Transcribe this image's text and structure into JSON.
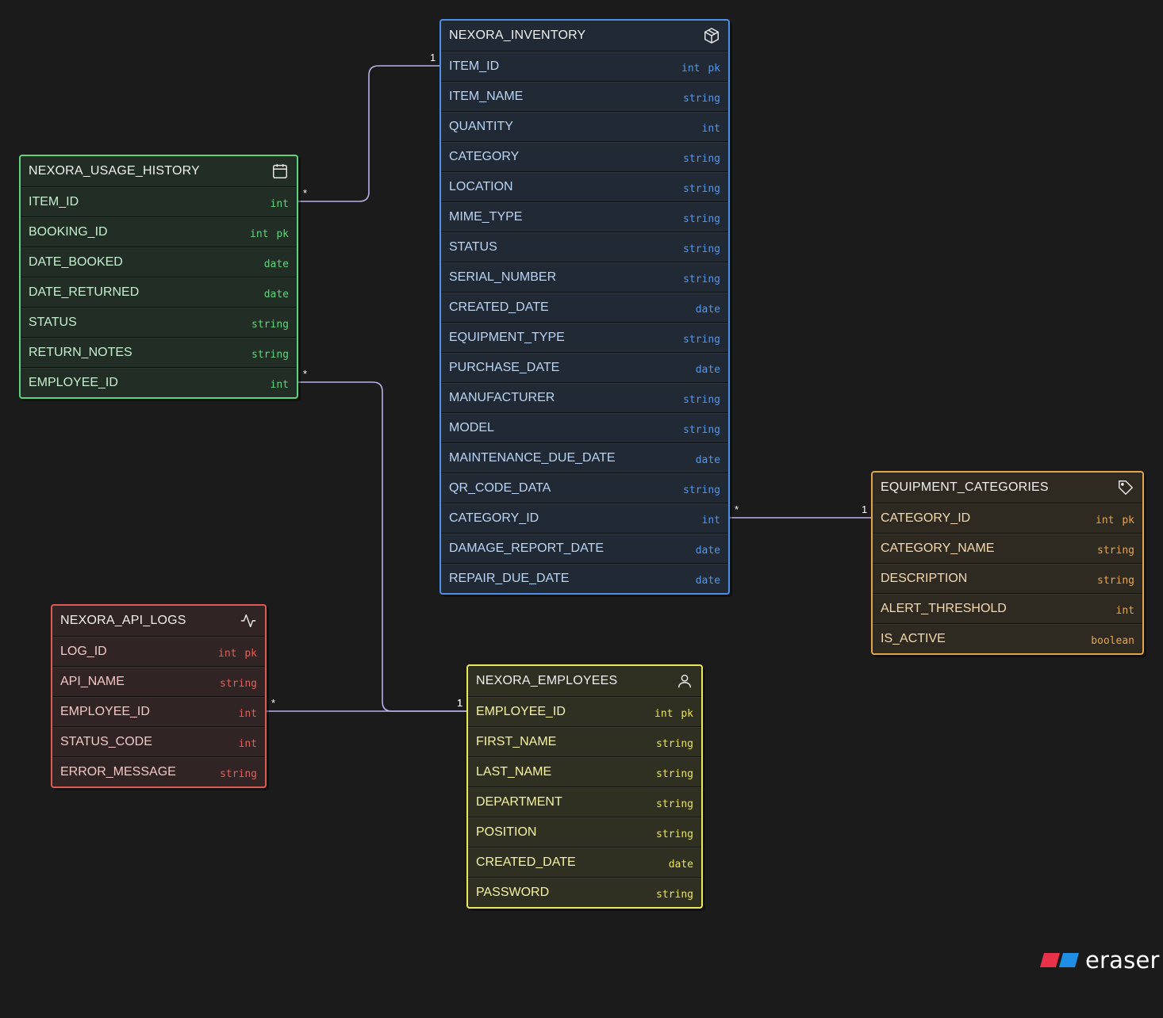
{
  "entities": [
    {
      "id": "inventory",
      "name": "NEXORA_INVENTORY",
      "icon": "box-icon",
      "theme": {
        "border": "#4d8ee8",
        "bg": "#202934",
        "text": "#b9d4f5",
        "type": "#5596e8"
      },
      "fields": [
        {
          "name": "ITEM_ID",
          "type": "int pk"
        },
        {
          "name": "ITEM_NAME",
          "type": "string"
        },
        {
          "name": "QUANTITY",
          "type": "int"
        },
        {
          "name": "CATEGORY",
          "type": "string"
        },
        {
          "name": "LOCATION",
          "type": "string"
        },
        {
          "name": "MIME_TYPE",
          "type": "string"
        },
        {
          "name": "STATUS",
          "type": "string"
        },
        {
          "name": "SERIAL_NUMBER",
          "type": "string"
        },
        {
          "name": "CREATED_DATE",
          "type": "date"
        },
        {
          "name": "EQUIPMENT_TYPE",
          "type": "string"
        },
        {
          "name": "PURCHASE_DATE",
          "type": "date"
        },
        {
          "name": "MANUFACTURER",
          "type": "string"
        },
        {
          "name": "MODEL",
          "type": "string"
        },
        {
          "name": "MAINTENANCE_DUE_DATE",
          "type": "date"
        },
        {
          "name": "QR_CODE_DATA",
          "type": "string"
        },
        {
          "name": "CATEGORY_ID",
          "type": "int"
        },
        {
          "name": "DAMAGE_REPORT_DATE",
          "type": "date"
        },
        {
          "name": "REPAIR_DUE_DATE",
          "type": "date"
        }
      ]
    },
    {
      "id": "usage",
      "name": "NEXORA_USAGE_HISTORY",
      "icon": "calendar-icon",
      "theme": {
        "border": "#5ed37d",
        "bg": "#222d25",
        "text": "#c4efcf",
        "type": "#62d27f"
      },
      "fields": [
        {
          "name": "ITEM_ID",
          "type": "int"
        },
        {
          "name": "BOOKING_ID",
          "type": "int pk"
        },
        {
          "name": "DATE_BOOKED",
          "type": "date"
        },
        {
          "name": "DATE_RETURNED",
          "type": "date"
        },
        {
          "name": "STATUS",
          "type": "string"
        },
        {
          "name": "RETURN_NOTES",
          "type": "string"
        },
        {
          "name": "EMPLOYEE_ID",
          "type": "int"
        }
      ]
    },
    {
      "id": "categories",
      "name": "EQUIPMENT_CATEGORIES",
      "icon": "tag-icon",
      "theme": {
        "border": "#e2a54b",
        "bg": "#2f2a21",
        "text": "#f3d9ad",
        "type": "#e4a74c"
      },
      "fields": [
        {
          "name": "CATEGORY_ID",
          "type": "int pk"
        },
        {
          "name": "CATEGORY_NAME",
          "type": "string"
        },
        {
          "name": "DESCRIPTION",
          "type": "string"
        },
        {
          "name": "ALERT_THRESHOLD",
          "type": "int"
        },
        {
          "name": "IS_ACTIVE",
          "type": "boolean"
        }
      ]
    },
    {
      "id": "apilogs",
      "name": "NEXORA_API_LOGS",
      "icon": "activity-icon",
      "theme": {
        "border": "#de5a54",
        "bg": "#302424",
        "text": "#f2c8c5",
        "type": "#e0605a"
      },
      "fields": [
        {
          "name": "LOG_ID",
          "type": "int pk"
        },
        {
          "name": "API_NAME",
          "type": "string"
        },
        {
          "name": "EMPLOYEE_ID",
          "type": "int"
        },
        {
          "name": "STATUS_CODE",
          "type": "int"
        },
        {
          "name": "ERROR_MESSAGE",
          "type": "string"
        }
      ]
    },
    {
      "id": "employees",
      "name": "NEXORA_EMPLOYEES",
      "icon": "user-icon",
      "theme": {
        "border": "#eae95a",
        "bg": "#2f2f22",
        "text": "#f6f3a6",
        "type": "#e9e35a"
      },
      "fields": [
        {
          "name": "EMPLOYEE_ID",
          "type": "int pk"
        },
        {
          "name": "FIRST_NAME",
          "type": "string"
        },
        {
          "name": "LAST_NAME",
          "type": "string"
        },
        {
          "name": "DEPARTMENT",
          "type": "string"
        },
        {
          "name": "POSITION",
          "type": "string"
        },
        {
          "name": "CREATED_DATE",
          "type": "date"
        },
        {
          "name": "PASSWORD",
          "type": "string"
        }
      ]
    }
  ],
  "relationships": [
    {
      "from": "usage.ITEM_ID",
      "from_card": "*",
      "to": "inventory.ITEM_ID",
      "to_card": "1"
    },
    {
      "from": "usage.EMPLOYEE_ID",
      "from_card": "*",
      "to": "employees.EMPLOYEE_ID",
      "to_card": "1"
    },
    {
      "from": "inventory.CATEGORY_ID",
      "from_card": "*",
      "to": "categories.CATEGORY_ID",
      "to_card": "1"
    },
    {
      "from": "apilogs.EMPLOYEE_ID",
      "from_card": "*",
      "to": "employees.EMPLOYEE_ID",
      "to_card": "1"
    }
  ],
  "connector_color": "#b8b2e8",
  "brand": {
    "name": "eraser",
    "colors": [
      "#e8324a",
      "#1f8fe6"
    ]
  }
}
